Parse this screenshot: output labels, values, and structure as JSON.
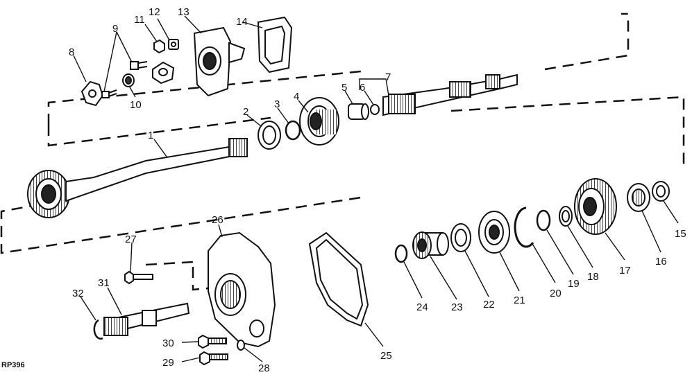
{
  "figure_ref": "RP396",
  "callouts": [
    "1",
    "2",
    "3",
    "4",
    "5",
    "6",
    "7",
    "8",
    "9",
    "10",
    "11",
    "12",
    "13",
    "14",
    "15",
    "16",
    "17",
    "18",
    "19",
    "20",
    "21",
    "22",
    "23",
    "24",
    "25",
    "26",
    "27",
    "28",
    "29",
    "30",
    "31",
    "32"
  ],
  "colors": {
    "ink": "#111111",
    "paper": "#ffffff",
    "shade": "#555555"
  }
}
